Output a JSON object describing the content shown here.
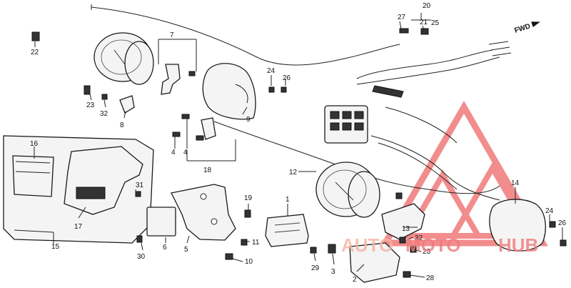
{
  "callouts": [
    {
      "id": "c20",
      "text": "20"
    },
    {
      "id": "c27",
      "text": "27"
    },
    {
      "id": "c21",
      "text": "21"
    },
    {
      "id": "c25",
      "text": "25"
    },
    {
      "id": "c22",
      "text": "22"
    },
    {
      "id": "c7",
      "text": "7"
    },
    {
      "id": "c24a",
      "text": "24"
    },
    {
      "id": "c26a",
      "text": "26"
    },
    {
      "id": "c23a",
      "text": "23"
    },
    {
      "id": "c32a",
      "text": "32"
    },
    {
      "id": "c8",
      "text": "8"
    },
    {
      "id": "c9",
      "text": "9"
    },
    {
      "id": "c4a",
      "text": "4"
    },
    {
      "id": "c4b",
      "text": "4"
    },
    {
      "id": "c18",
      "text": "18"
    },
    {
      "id": "c16",
      "text": "16"
    },
    {
      "id": "c12",
      "text": "12"
    },
    {
      "id": "c14",
      "text": "14"
    },
    {
      "id": "c31",
      "text": "31"
    },
    {
      "id": "c19",
      "text": "19"
    },
    {
      "id": "c1",
      "text": "1"
    },
    {
      "id": "c17",
      "text": "17"
    },
    {
      "id": "c15",
      "text": "15"
    },
    {
      "id": "c6",
      "text": "6"
    },
    {
      "id": "c5",
      "text": "5"
    },
    {
      "id": "c11",
      "text": "11"
    },
    {
      "id": "c30",
      "text": "30"
    },
    {
      "id": "c10",
      "text": "10"
    },
    {
      "id": "c13",
      "text": "13"
    },
    {
      "id": "c32b",
      "text": "32"
    },
    {
      "id": "c23b",
      "text": "23"
    },
    {
      "id": "c24b",
      "text": "24"
    },
    {
      "id": "c26b",
      "text": "26"
    },
    {
      "id": "c29",
      "text": "29"
    },
    {
      "id": "c3",
      "text": "3"
    },
    {
      "id": "c2",
      "text": "2"
    },
    {
      "id": "c28",
      "text": "28"
    }
  ],
  "direction_label": "FWD",
  "watermark": {
    "part1": "AUTO",
    "part2": "MOTO",
    "part3": "HUB",
    "color_main": "#f07a7a",
    "color_light": "#f6b3a0"
  }
}
